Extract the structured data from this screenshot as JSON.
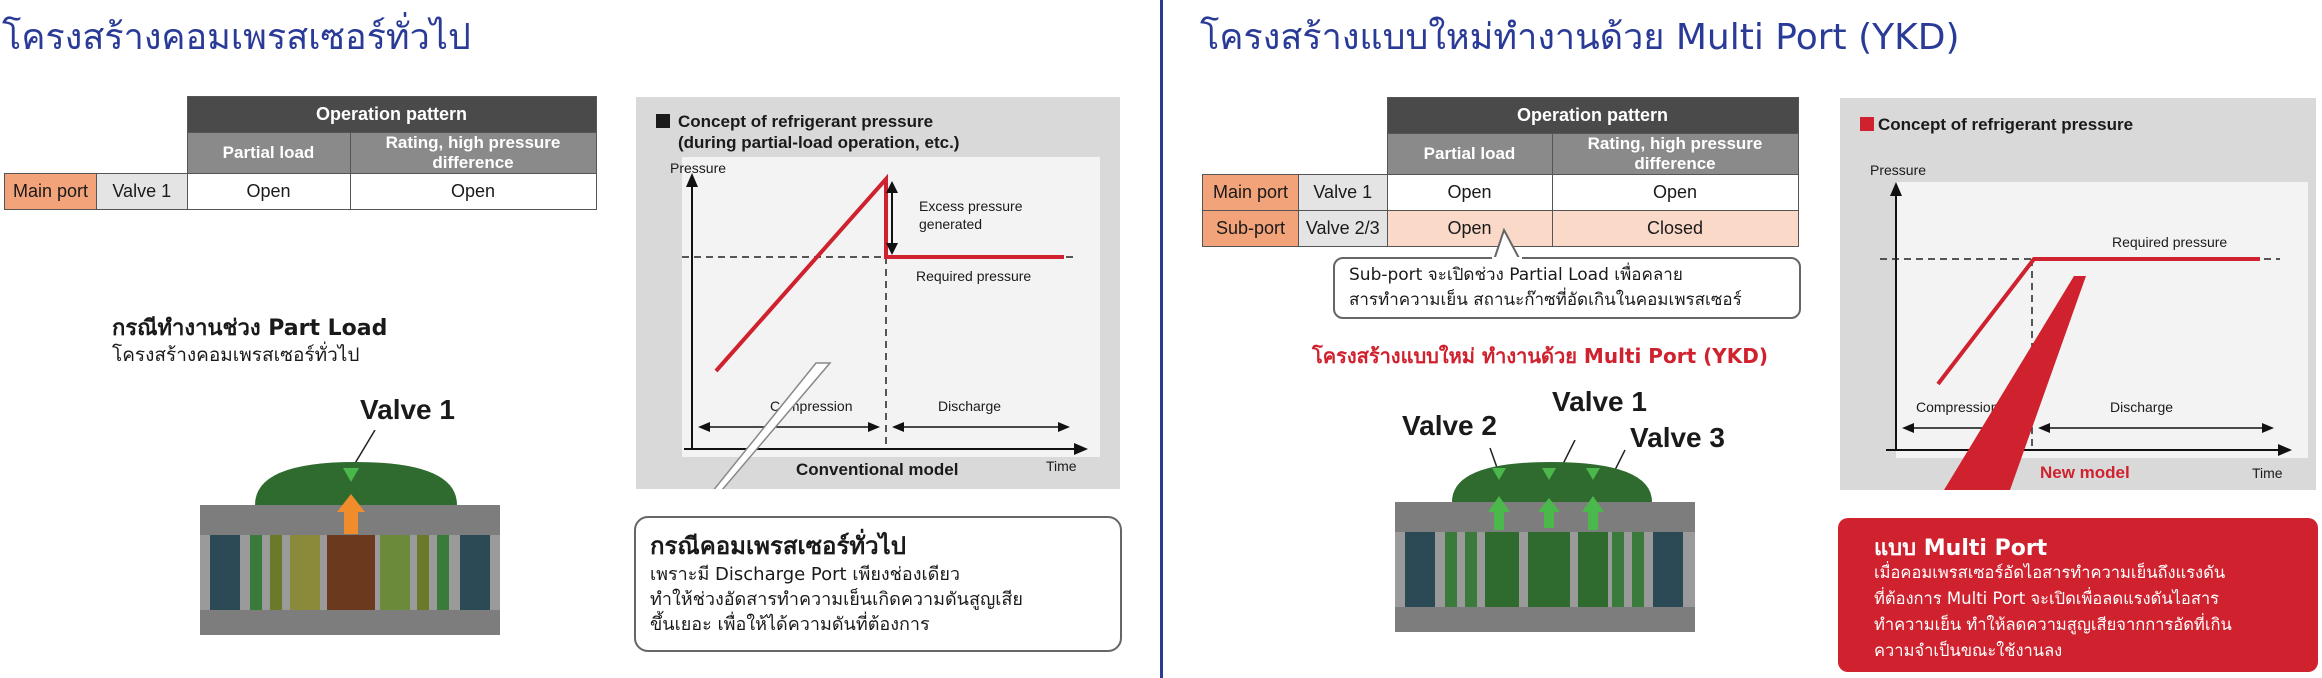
{
  "left": {
    "title": "โครงสร้างคอมเพรสเซอร์ทั่วไป",
    "table": {
      "header": "Operation pattern",
      "col1": "Partial load",
      "col2": "Rating, high pressure difference",
      "row1": {
        "port": "Main port",
        "valve": "Valve 1",
        "partial": "Open",
        "rating": "Open"
      }
    },
    "case_title": "กรณีทำงานช่วง Part Load",
    "case_sub": "โครงสร้างคอมเพรสเซอร์ทั่วไป",
    "valve_label": "Valve 1",
    "chart": {
      "title_line1": "Concept of refrigerant pressure",
      "title_line2": "(during partial-load operation, etc.)",
      "y_label": "Pressure",
      "x_label": "Time",
      "excess_line1": "Excess pressure",
      "excess_line2": "generated",
      "required": "Required pressure",
      "compression": "Compression",
      "discharge": "Discharge",
      "model": "Conventional model"
    },
    "callout": {
      "title": "กรณีคอมเพรสเซอร์ทั่วไป",
      "line1": "เพราะมี Discharge Port เพียงช่องเดียว",
      "line2": "ทำให้ช่วงอัดสารทำความเย็นเกิดความดันสูญเสีย",
      "line3": "ขึ้นเยอะ เพื่อให้ได้ความดันที่ต้องการ"
    }
  },
  "right": {
    "title": "โครงสร้างแบบใหม่ทำงานด้วย Multi Port (YKD)",
    "table": {
      "header": "Operation pattern",
      "col1": "Partial load",
      "col2": "Rating, high pressure difference",
      "row1": {
        "port": "Main port",
        "valve": "Valve 1",
        "partial": "Open",
        "rating": "Open"
      },
      "row2": {
        "port": "Sub-port",
        "valve": "Valve 2/3",
        "partial": "Open",
        "rating": "Closed"
      }
    },
    "sub_callout": {
      "line1": "Sub-port จะเปิดช่วง Partial Load เพื่อคลาย",
      "line2": "สารทำความเย็น สถานะก๊าซที่อัดเกินในคอมเพรสเซอร์"
    },
    "red_heading": "โครงสร้างแบบใหม่ ทำงานด้วย Multi Port (YKD)",
    "valve1": "Valve 1",
    "valve2": "Valve 2",
    "valve3": "Valve 3",
    "chart": {
      "title": "Concept of refrigerant pressure",
      "y_label": "Pressure",
      "x_label": "Time",
      "required": "Required pressure",
      "compression": "Compression",
      "discharge": "Discharge",
      "model": "New model"
    },
    "multi_box": {
      "title": "แบบ Multi Port",
      "line1": "เมื่อคอมเพรสเซอร์อัดไอสารทำความเย็นถึงแรงดัน",
      "line2": "ที่ต้องการ Multi Port จะเปิดเพื่อลดแรงดันไอสาร",
      "line3": "ทำความเย็น ทำให้ลดความสูญเสียจากการอัดที่เกิน",
      "line4": "ความจำเป็นขณะใช้งานลง"
    }
  },
  "colors": {
    "title_blue": "#2a3b97",
    "accent_red": "#d0212e",
    "main_port": "#f2a37a",
    "sub_port_row": "#fbd9c8",
    "dark_green": "#2f6b2f"
  }
}
